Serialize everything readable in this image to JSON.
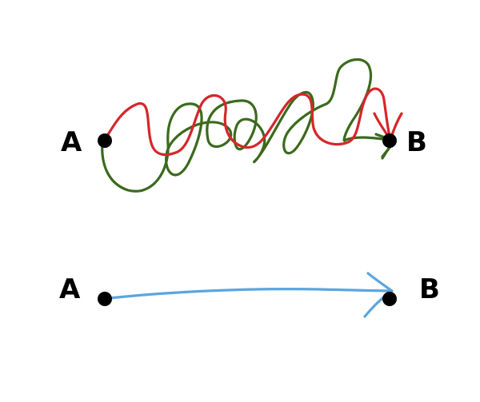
{
  "colors": {
    "background": "#ffffff",
    "point": "#000000",
    "red_path": "#d6262b",
    "green_path": "#3b6a1c",
    "blue_path": "#5aa6e0"
  },
  "top_diagram": {
    "start_label": "A",
    "end_label": "B"
  },
  "bottom_diagram": {
    "start_label": "A",
    "end_label": "B"
  }
}
